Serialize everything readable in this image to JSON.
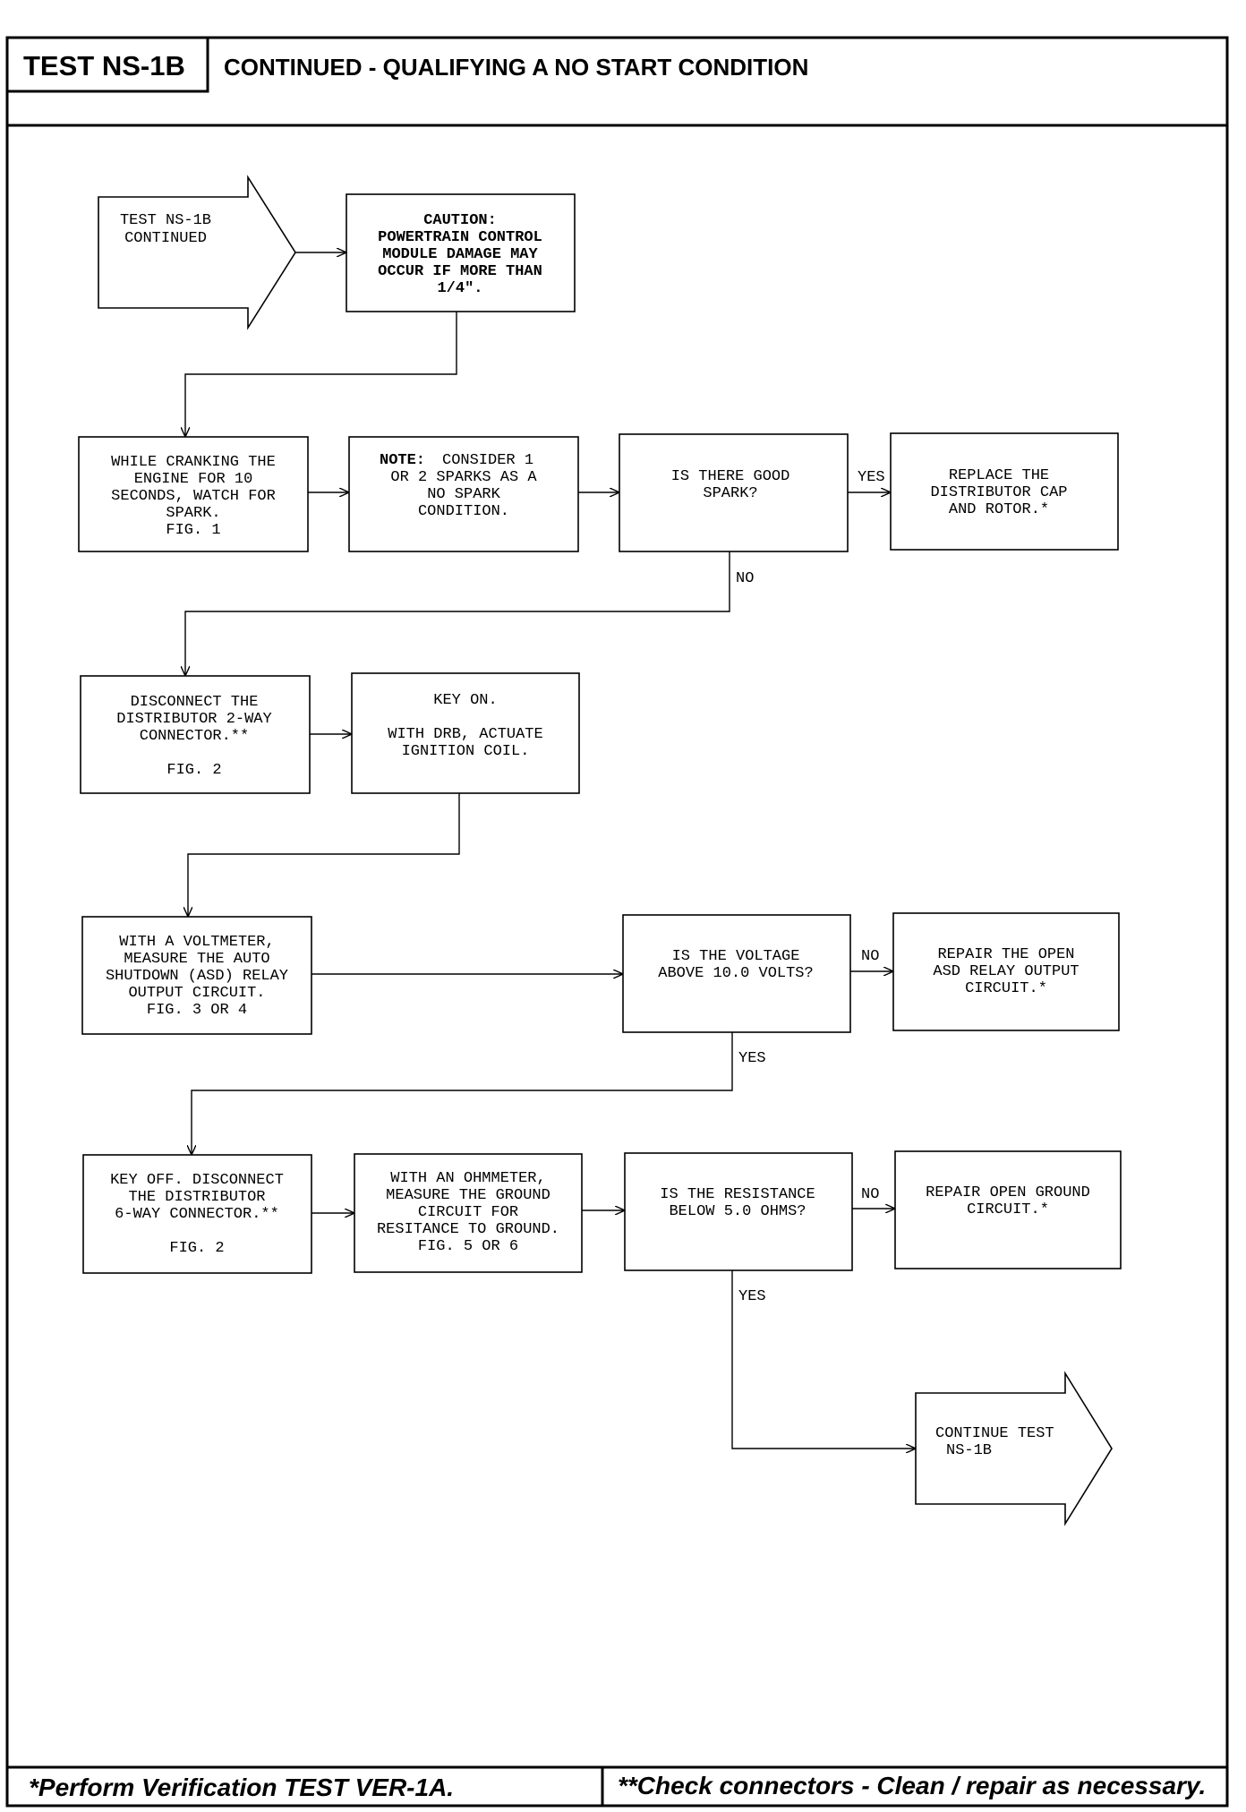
{
  "header": {
    "test_id": "TEST NS-1B",
    "title": "CONTINUED - QUALIFYING A NO START CONDITION"
  },
  "boxes": {
    "start": [
      "TEST NS-1B",
      "CONTINUED"
    ],
    "caution": [
      "CAUTION:",
      "POWERTRAIN CONTROL",
      "MODULE DAMAGE MAY",
      "OCCUR IF MORE THAN",
      "1/4\"."
    ],
    "crank": [
      "WHILE CRANKING THE",
      "ENGINE FOR 10",
      "SECONDS, WATCH FOR",
      "SPARK.",
      "FIG. 1"
    ],
    "note": {
      "bold": "NOTE:",
      "rest": [
        "CONSIDER 1",
        "OR 2 SPARKS AS A",
        "NO SPARK",
        "CONDITION."
      ]
    },
    "good_spark": [
      "IS THERE GOOD",
      "SPARK?"
    ],
    "replace_cap": [
      "REPLACE THE",
      "DISTRIBUTOR CAP",
      "AND ROTOR.*"
    ],
    "disconnect_2way": [
      "DISCONNECT THE",
      "DISTRIBUTOR 2-WAY",
      "CONNECTOR.**",
      "",
      "FIG. 2"
    ],
    "key_on": [
      "KEY ON.",
      "",
      "WITH DRB, ACTUATE",
      "IGNITION COIL."
    ],
    "voltmeter": [
      "WITH A VOLTMETER,",
      "MEASURE THE AUTO",
      "SHUTDOWN (ASD) RELAY",
      "OUTPUT CIRCUIT.",
      "FIG. 3 OR 4"
    ],
    "voltage_q": [
      "IS THE VOLTAGE",
      "ABOVE 10.0 VOLTS?"
    ],
    "repair_asd": [
      "REPAIR THE OPEN",
      "ASD RELAY OUTPUT",
      "CIRCUIT.*"
    ],
    "key_off": [
      "KEY OFF. DISCONNECT",
      "THE DISTRIBUTOR",
      "6-WAY CONNECTOR.**",
      "",
      "FIG. 2"
    ],
    "ohmmeter": [
      "WITH AN OHMMETER,",
      "MEASURE THE GROUND",
      "CIRCUIT FOR",
      "RESITANCE TO GROUND.",
      "FIG. 5 OR 6"
    ],
    "resistance_q": [
      "IS THE RESISTANCE",
      "BELOW 5.0 OHMS?"
    ],
    "repair_ground": [
      "REPAIR OPEN GROUND",
      "CIRCUIT.*"
    ],
    "continue": [
      "CONTINUE TEST",
      "NS-1B"
    ]
  },
  "labels": {
    "spark_yes": "YES",
    "spark_no": "NO",
    "voltage_no": "NO",
    "voltage_yes": "YES",
    "resistance_no": "NO",
    "resistance_yes": "YES"
  },
  "footer": {
    "left": "*Perform Verification TEST VER-1A.",
    "right": "**Check connectors - Clean / repair as necessary."
  }
}
